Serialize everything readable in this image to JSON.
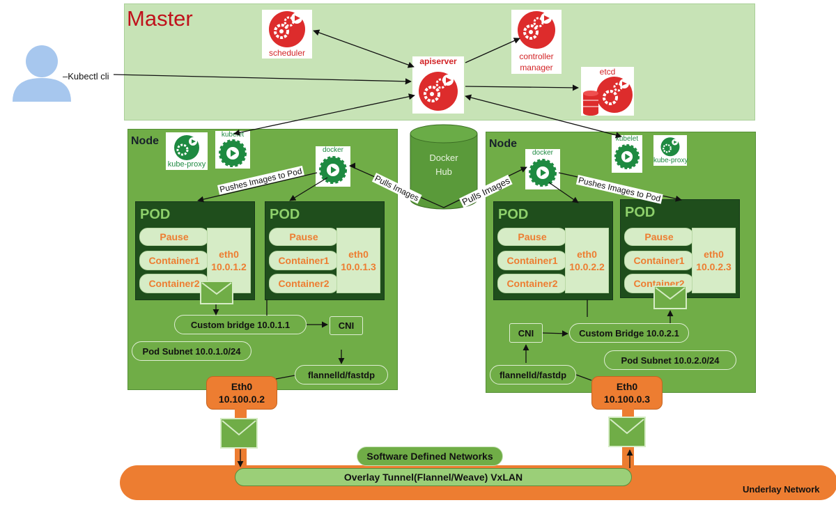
{
  "master": {
    "title": "Master"
  },
  "components": {
    "scheduler": "scheduler",
    "controller_line1": "controller",
    "controller_line2": "manager",
    "apiserver": "apiserver",
    "etcd": "etcd",
    "kubectl": "Kubectl cli"
  },
  "docker_hub": {
    "line1": "Docker",
    "line2": "Hub"
  },
  "edge_labels": {
    "pushes_left": "Pushes Images to Pod",
    "pushes_right": "Pushes Images to Pod",
    "pulls_left": "Pulls Images",
    "pulls_right": "Pulls Images"
  },
  "node_left": {
    "title": "Node",
    "kube_proxy": "kube-proxy",
    "kubelet": "kubelet",
    "docker": "docker",
    "pods": [
      {
        "title": "POD",
        "pause": "Pause",
        "c1": "Container1",
        "c2": "Container2",
        "eth": "eth0",
        "ip": "10.0.1.2"
      },
      {
        "title": "POD",
        "pause": "Pause",
        "c1": "Container1",
        "c2": "Container2",
        "eth": "eth0",
        "ip": "10.0.1.3"
      }
    ],
    "bridge": "Custom bridge 10.0.1.1",
    "cni": "CNI",
    "subnet": "Pod Subnet 10.0.1.0/24",
    "flannel": "flannelld/fastdp",
    "eth_name": "Eth0",
    "eth_ip": "10.100.0.2"
  },
  "node_right": {
    "title": "Node",
    "kube_proxy": "kube-proxy",
    "kubelet": "kubelet",
    "docker": "docker",
    "pods": [
      {
        "title": "POD",
        "pause": "Pause",
        "c1": "Container1",
        "c2": "Container2",
        "eth": "eth0",
        "ip": "10.0.2.2"
      },
      {
        "title": "POD",
        "pause": "Pause",
        "c1": "Container1",
        "c2": "Container2",
        "eth": "eth0",
        "ip": "10.0.2.3"
      }
    ],
    "bridge": "Custom Bridge 10.0.2.1",
    "cni": "CNI",
    "subnet": "Pod Subnet 10.0.2.0/24",
    "flannel": "flannelld/fastdp",
    "eth_name": "Eth0",
    "eth_ip": "10.100.0.3"
  },
  "network": {
    "sdn": "Software Defined Networks",
    "overlay": "Overlay Tunnel(Flannel/Weave) VxLAN",
    "underlay": "Underlay Network"
  },
  "colors": {
    "master_bg": "#c7e3b6",
    "node_bg": "#70ad47",
    "pod_bg": "#1f4e1c",
    "accent_orange": "#ed7d31",
    "master_red": "#c0111b"
  },
  "icons": [
    "user-icon",
    "gear-icon",
    "play-icon",
    "database-icon",
    "envelope-icon"
  ]
}
